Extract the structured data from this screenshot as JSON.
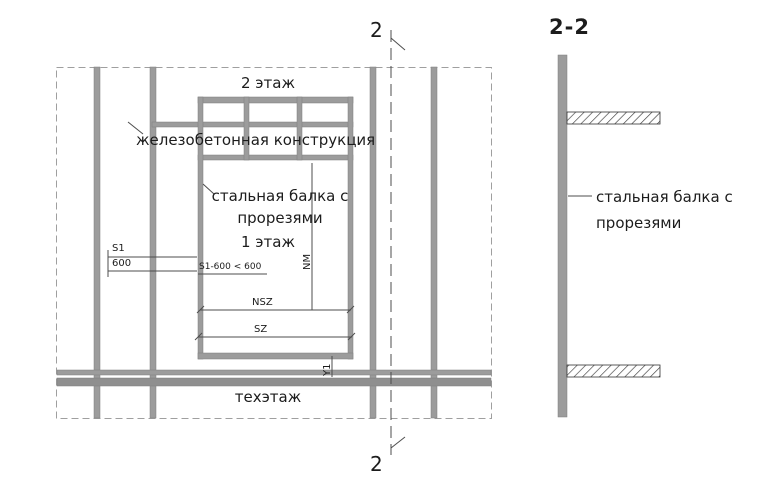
{
  "colors": {
    "bar": "#9c9c9c",
    "bar_dark": "#8f8f8f",
    "line": "#4d4d4d",
    "dash": "#9f9f9f",
    "text": "#1c1c1c"
  },
  "plan": {
    "floor2_label": "2 этаж",
    "floor1_label": "1 этаж",
    "tech_floor_label": "техэтаж",
    "concrete_label": "железобетонная конструкция",
    "steel_beam_label_line1": "стальная балка с",
    "steel_beam_label_line2": "прорезями",
    "dim_s1": "S1",
    "dim_600": "600",
    "dim_s1_constraint": "S1-600 < 600",
    "dim_nm": "NM",
    "dim_nsz": "NSZ",
    "dim_sz": "SZ",
    "dim_y1": "Y1",
    "section_marker_top": "2",
    "section_marker_bottom": "2"
  },
  "section": {
    "title": "2-2",
    "beam_label_line1": "стальная балка с",
    "beam_label_line2": "прорезями"
  }
}
